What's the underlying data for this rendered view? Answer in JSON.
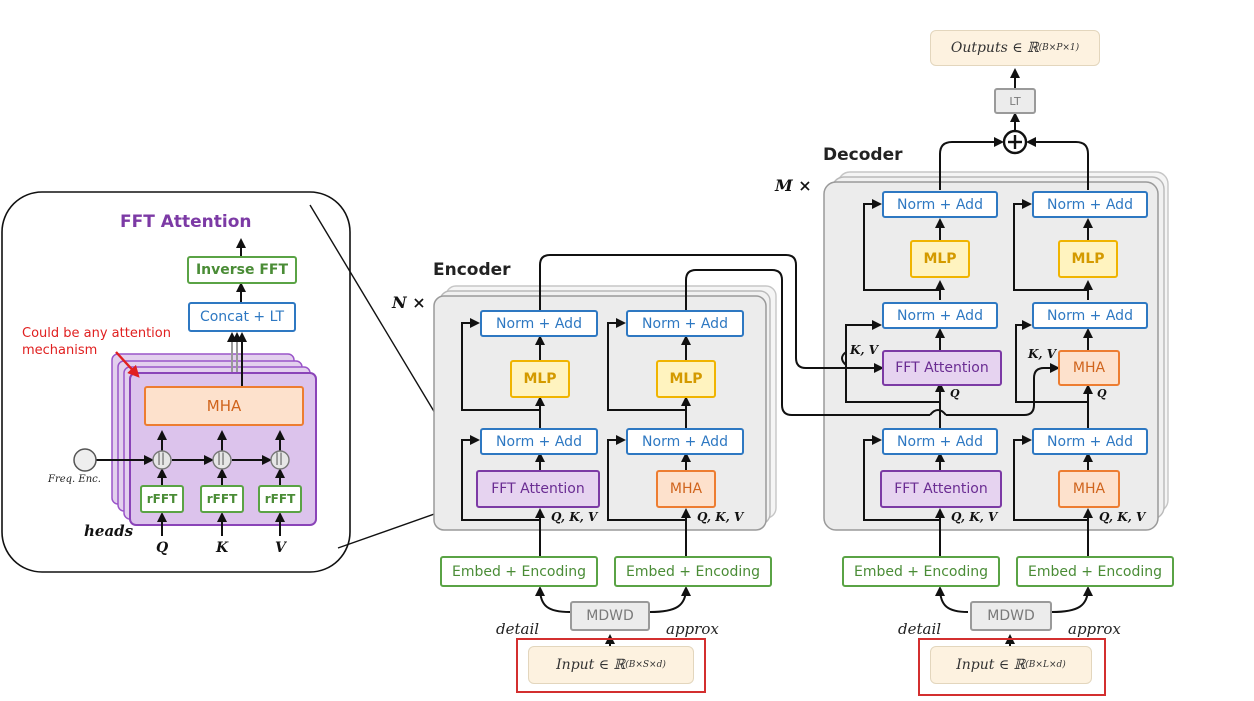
{
  "fft_inset": {
    "title": "FFT Attention",
    "inverse_fft": "Inverse FFT",
    "concat_lt": "Concat + LT",
    "mha": "MHA",
    "annotation": [
      "Could be any attention",
      "mechanism"
    ],
    "freq_enc": "Freq. Enc.",
    "rfft": "rFFT",
    "heads": "heads",
    "inputs": [
      "Q",
      "K",
      "V"
    ],
    "concat_symbol": "||"
  },
  "encoder": {
    "title": "Encoder",
    "repeat": "N ×",
    "norm_add": "Norm + Add",
    "mlp": "MLP",
    "fft_attention": "FFT Attention",
    "mha": "MHA",
    "qkv": "Q, K, V",
    "embed": "Embed + Encoding",
    "mdwd": "MDWD",
    "detail": "detail",
    "approx": "approx",
    "input": "Input ∈ ℝ",
    "input_sup": "(B×S×d)"
  },
  "decoder": {
    "title": "Decoder",
    "repeat": "M ×",
    "norm_add": "Norm + Add",
    "mlp": "MLP",
    "fft_attention": "FFT Attention",
    "mha": "MHA",
    "qkv": "Q, K, V",
    "kv": "K, V",
    "q": "Q",
    "embed": "Embed + Encoding",
    "mdwd": "MDWD",
    "detail": "detail",
    "approx": "approx",
    "input": "Input ∈ ℝ",
    "input_sup": "(B×L×d)",
    "lt": "LT",
    "output": "Outputs ∈ ℝ",
    "output_sup": "(B×P×1)",
    "plus": "+"
  },
  "colors": {
    "blue": "#2e78c2",
    "yellow": "#f0b400",
    "purple": "#7c3aa5",
    "orange": "#ed7d31",
    "green": "#5aa345",
    "gray": "#9a9a9a",
    "red": "#d32f2f"
  }
}
